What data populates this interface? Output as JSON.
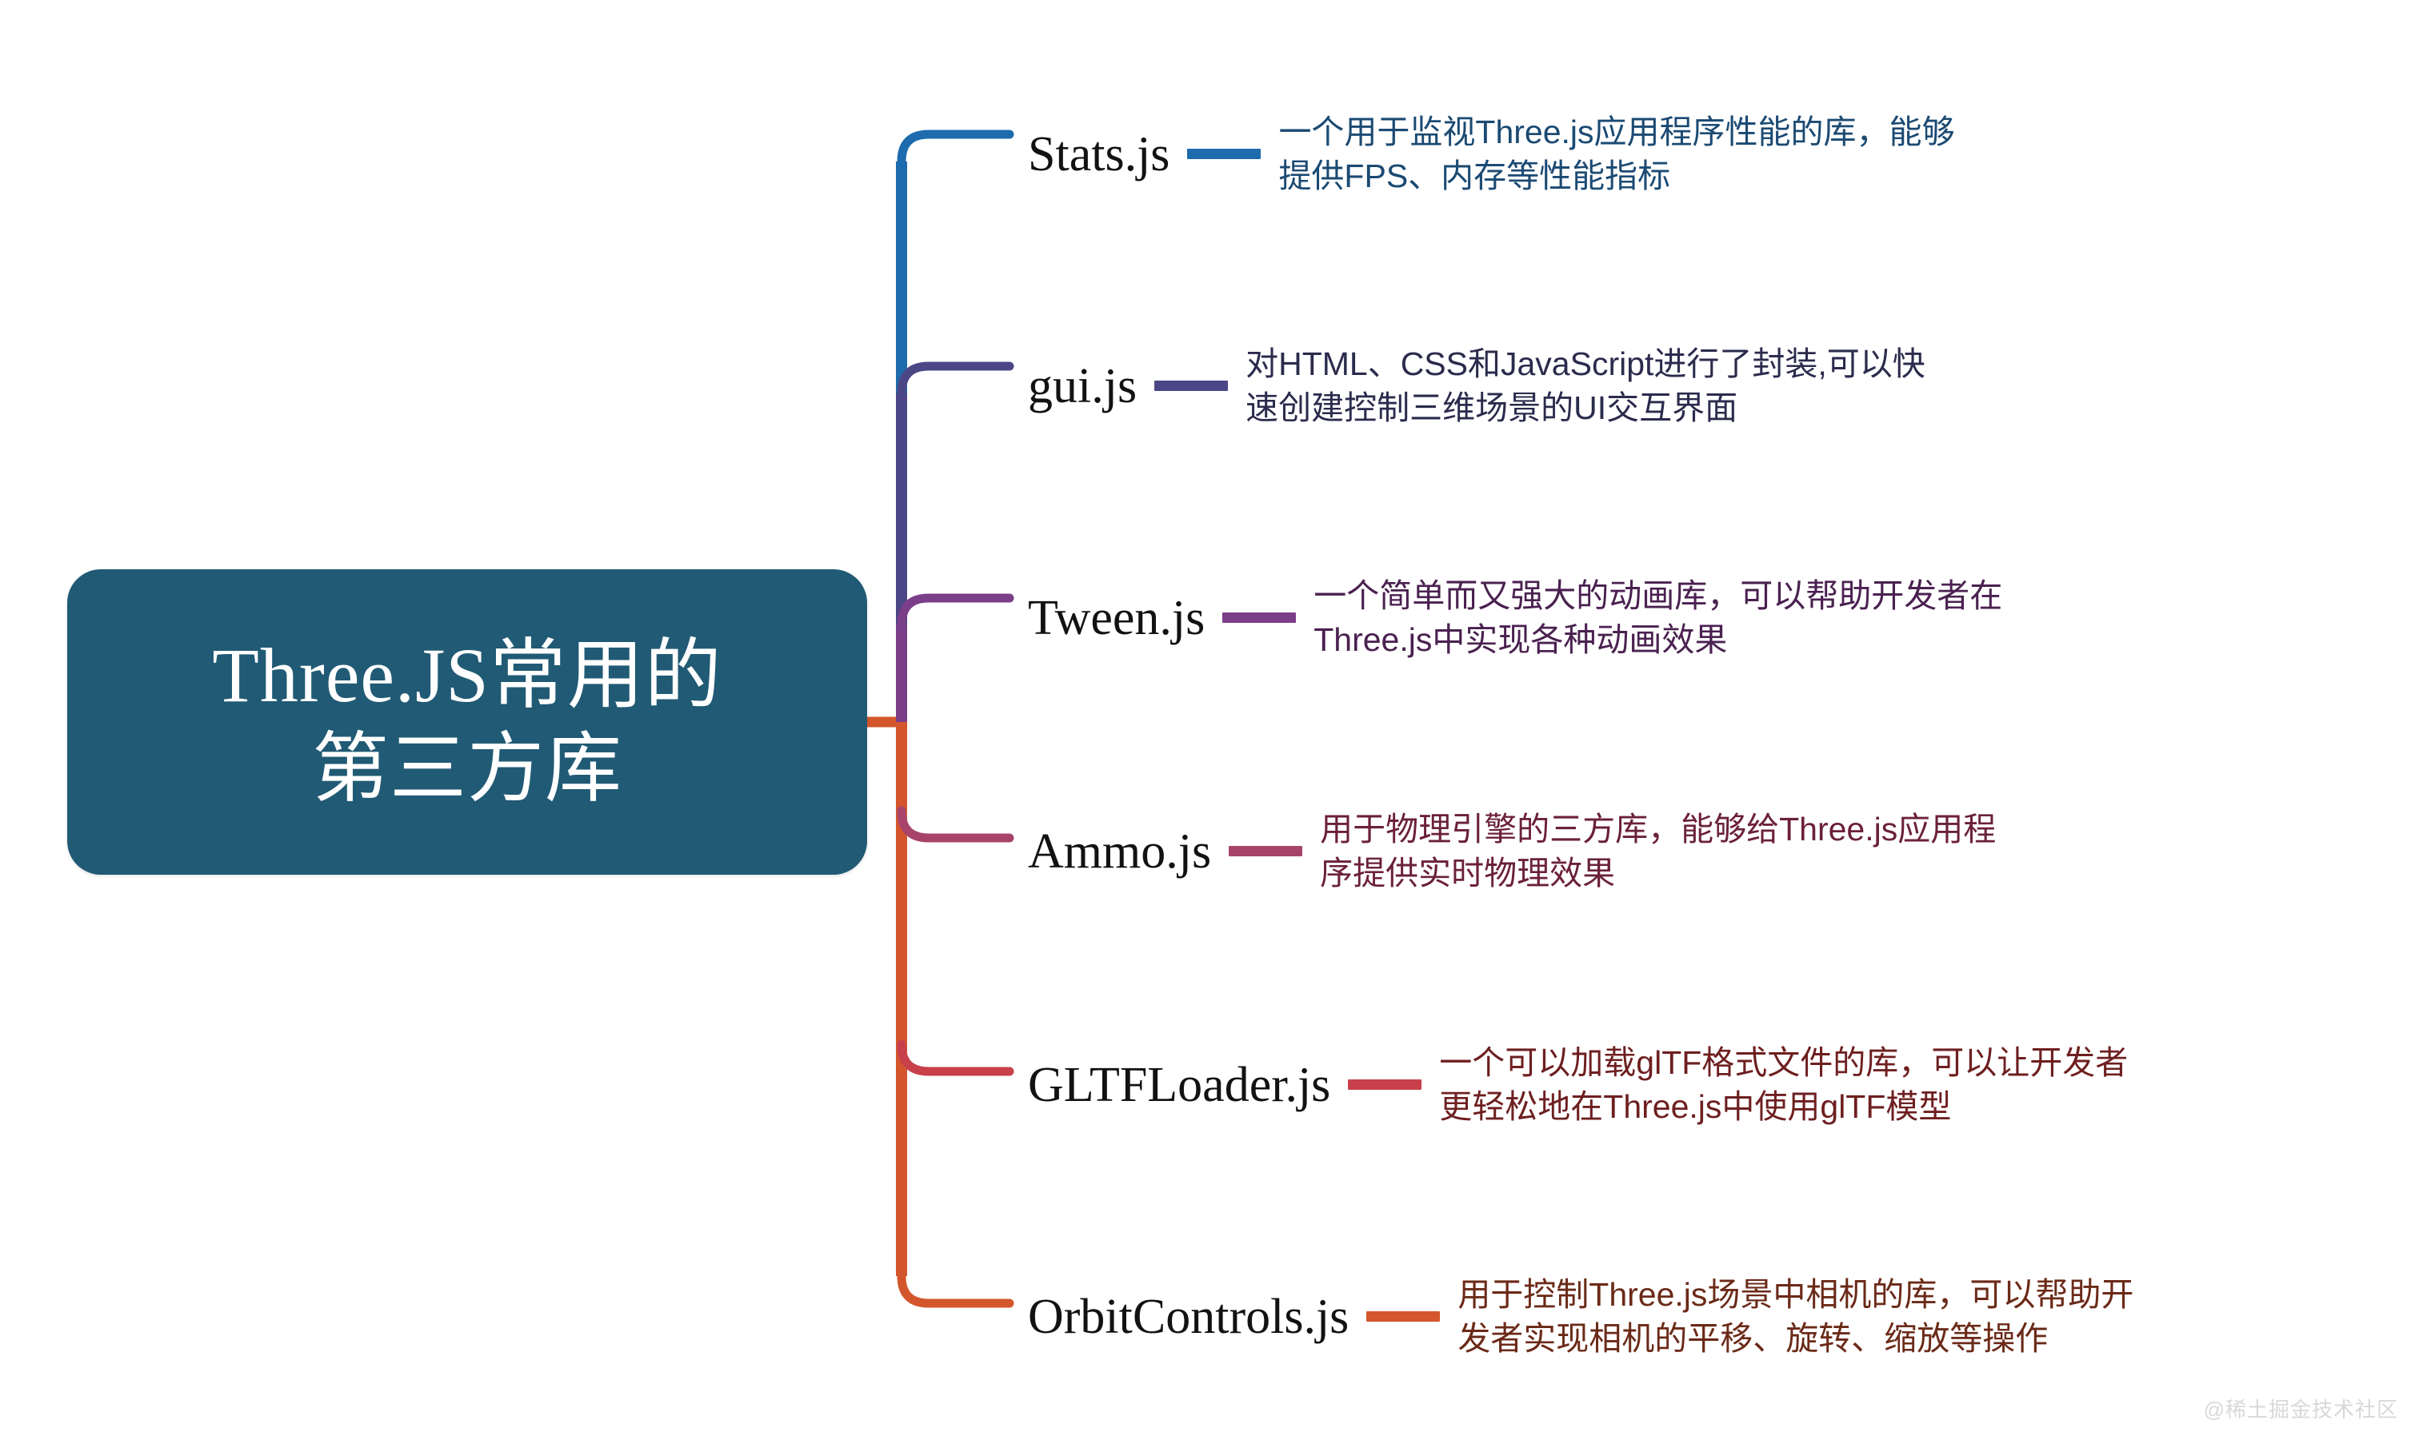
{
  "diagram": {
    "type": "mindmap",
    "background": "#ffffff",
    "central": {
      "title_line1": "Three.JS常用的",
      "title_line2": "第三方库",
      "bg_color": "#215A74",
      "text_color": "#ffffff"
    },
    "trunk_colors": [
      "#1E6BAE",
      "#4B4786",
      "#7B3E89",
      "#A8446A",
      "#C8404A",
      "#D4562C"
    ],
    "branches": [
      {
        "label": "Stats.js",
        "description": "一个用于监视Three.js应用程序性能的库，能够\n提供FPS、内存等性能指标",
        "line_color": "#1E6BAE",
        "text_color": "#1B4A73"
      },
      {
        "label": "gui.js",
        "description": "对HTML、CSS和JavaScript进行了封装,可以快\n速创建控制三维场景的UI交互界面",
        "line_color": "#4B4786",
        "text_color": "#2B2B4D"
      },
      {
        "label": "Tween.js",
        "description": "一个简单而又强大的动画库，可以帮助开发者在\nThree.js中实现各种动画效果",
        "line_color": "#7B3E89",
        "text_color": "#4A2150"
      },
      {
        "label": "Ammo.js",
        "description": "用于物理引擎的三方库，能够给Three.js应用程\n序提供实时物理效果",
        "line_color": "#A8446A",
        "text_color": "#6B2138"
      },
      {
        "label": "GLTFLoader.js",
        "description": "一个可以加载glTF格式文件的库，可以让开发者\n更轻松地在Three.js中使用glTF模型",
        "line_color": "#C8404A",
        "text_color": "#6E1F20"
      },
      {
        "label": "OrbitControls.js",
        "description": "用于控制Three.js场景中相机的库，可以帮助开\n发者实现相机的平移、旋转、缩放等操作",
        "line_color": "#D4562C",
        "text_color": "#6B2A18"
      }
    ],
    "watermark": "@稀土掘金技术社区"
  }
}
